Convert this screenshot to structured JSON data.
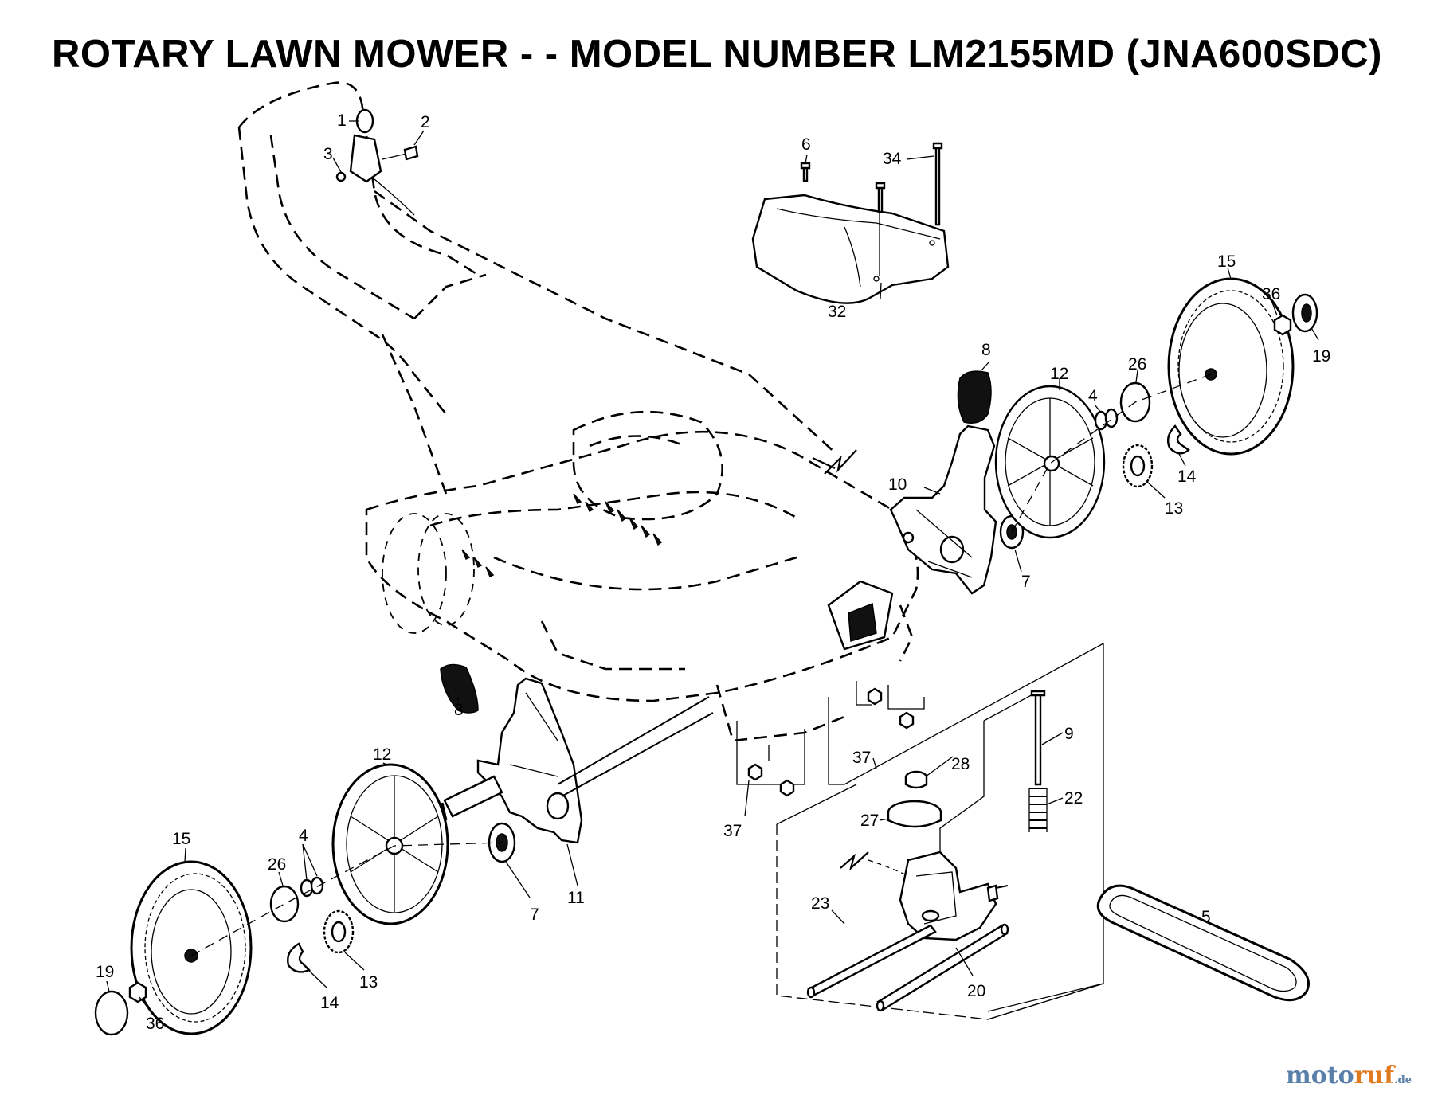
{
  "title": "ROTARY LAWN MOWER - - MODEL NUMBER LM2155MD (JNA600SDC)",
  "watermark": {
    "part1": "moto",
    "part2": "ruf",
    "suffix": ".de",
    "color1": "#5a7fa8",
    "color2": "#e07a1e"
  },
  "callouts": {
    "c1": "1",
    "c2": "2",
    "c3": "3",
    "c6": "6",
    "c34": "34",
    "c32": "32",
    "c15r": "15",
    "c36r": "36",
    "c19r": "19",
    "c8r": "8",
    "c12r": "12",
    "c26r": "26",
    "c4r": "4",
    "c14r": "14",
    "c13r": "13",
    "c10": "10",
    "c7r": "7",
    "c8l": "8",
    "c12l": "12",
    "c15l": "15",
    "c4l": "4",
    "c26l": "26",
    "c19l": "19",
    "c36l": "36",
    "c14l": "14",
    "c13l": "13",
    "c7l": "7",
    "c11": "11",
    "c37a": "37",
    "c37b": "37",
    "c28": "28",
    "c9": "9",
    "c22": "22",
    "c27": "27",
    "c23": "23",
    "c20": "20",
    "c5": "5"
  }
}
